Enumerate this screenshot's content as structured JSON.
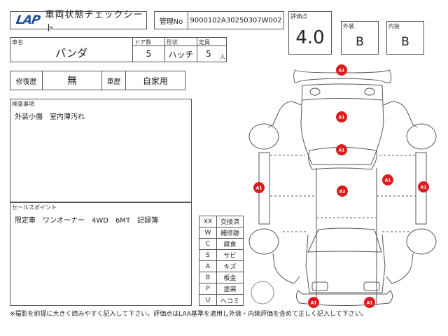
{
  "header": {
    "logo": "LAP",
    "title": "車両状態チェックシート",
    "management_label": "管理No",
    "management_no": "9000102A30250307W002"
  },
  "grades": {
    "score_label": "評価点",
    "score": "4.0",
    "exterior_label": "外装",
    "exterior": "B",
    "interior_label": "内装",
    "interior": "B"
  },
  "car": {
    "name_label": "車名",
    "name": "パンダ",
    "doors_label": "ドア数",
    "doors": "5",
    "shape_label": "形状",
    "shape": "ハッチ",
    "capacity_label": "定員",
    "capacity": "5",
    "capacity_unit": "人"
  },
  "history": {
    "repair_label": "修復歴",
    "repair": "無",
    "usage_label": "車歴",
    "usage": "自家用"
  },
  "inspection": {
    "label": "検査事項",
    "text": "外装小傷　室内薄汚れ"
  },
  "sales": {
    "label": "セールスポイント",
    "text": "限定車　ワンオーナー　4WD　6MT　記録簿"
  },
  "legend": [
    {
      "code": "XX",
      "desc": "交換済"
    },
    {
      "code": "W",
      "desc": "補修跡"
    },
    {
      "code": "C",
      "desc": "腐食"
    },
    {
      "code": "S",
      "desc": "サビ"
    },
    {
      "code": "A",
      "desc": "キズ"
    },
    {
      "code": "B",
      "desc": "板金"
    },
    {
      "code": "P",
      "desc": "塗装"
    },
    {
      "code": "U",
      "desc": "ヘコミ"
    }
  ],
  "damage_marks": [
    {
      "label": "A1",
      "position": "rear-bumper"
    },
    {
      "label": "A1",
      "position": "rear-hatch"
    },
    {
      "label": "A1",
      "position": "rear-window"
    },
    {
      "label": "A1",
      "position": "left-side"
    },
    {
      "label": "A2",
      "position": "roof"
    },
    {
      "label": "A1",
      "position": "right-rear-door"
    },
    {
      "label": "A1",
      "position": "right-side"
    },
    {
      "label": "A1",
      "position": "front-bumper-left"
    },
    {
      "label": "A1",
      "position": "front-bumper-right"
    }
  ],
  "colors": {
    "mark": "#d81e1e",
    "logo": "#1a4fa0"
  },
  "footnote": "※撮影を前提に大きく読みやすく記入して下さい。評価点はLAA基準を適用し外装・内装評価を含めて正しく記入して下さい。"
}
